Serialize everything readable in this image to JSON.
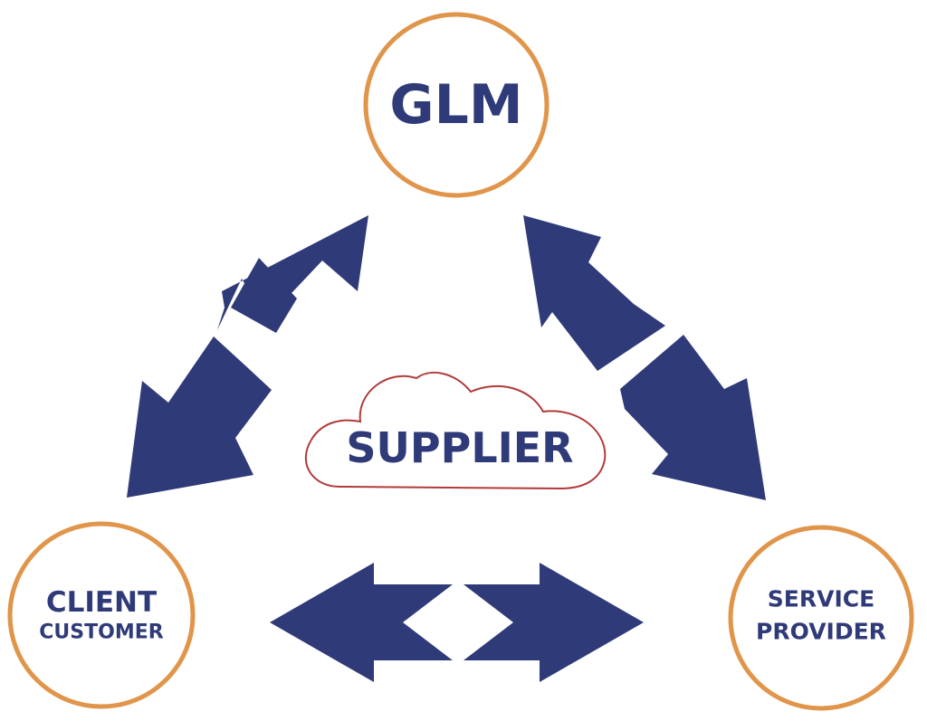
{
  "colors": {
    "navy": "#2F3A78",
    "orange": "#E0954A",
    "red_outline": "#B13A3A",
    "background": "#FFFFFF"
  },
  "nodes": {
    "glm": {
      "label": "GLM"
    },
    "client": {
      "line1": "CLIENT",
      "line2": "CUSTOMER"
    },
    "service": {
      "line1": "SERVICE",
      "line2": "PROVIDER"
    },
    "supplier": {
      "label": "SUPPLIER"
    }
  },
  "icons": {
    "supplier_shape": "cloud-icon",
    "connections": "double-headed-arrow-icon"
  }
}
